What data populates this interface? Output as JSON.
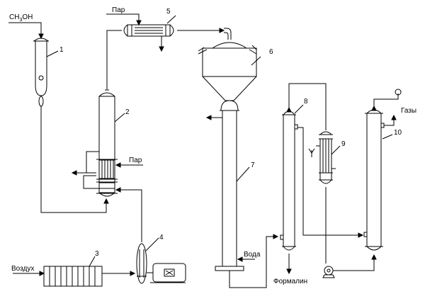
{
  "labels": {
    "methanol": "CH",
    "methanol_sub": "3",
    "methanol_tail": "OH",
    "steam_top": "Пар",
    "steam_mid": "Пар",
    "air": "Воздух",
    "water": "Вода",
    "formalin": "Формалин",
    "gases": "Газы"
  },
  "numbers": {
    "n1": "1",
    "n2": "2",
    "n3": "3",
    "n4": "4",
    "n5": "5",
    "n6": "6",
    "n7": "7",
    "n8": "8",
    "n9": "9",
    "n10": "10"
  },
  "colors": {
    "line": "#000000",
    "background": "#ffffff"
  }
}
